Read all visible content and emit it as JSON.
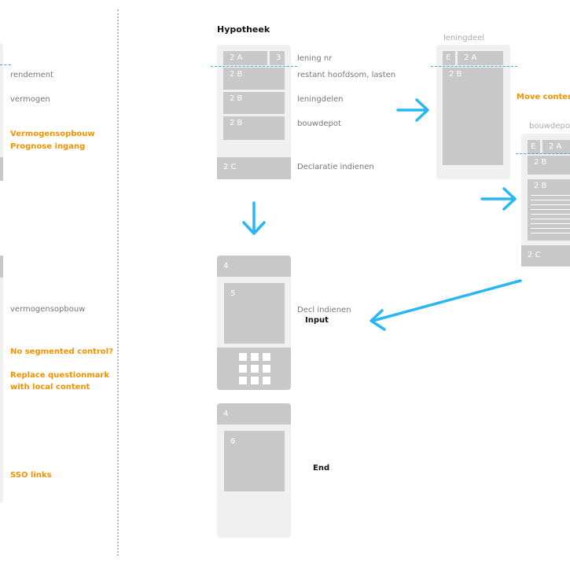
{
  "left_panel": {
    "labels": [
      "rendement",
      "vermogen",
      "vermogensopbouw"
    ],
    "notes": [
      "Vermogensopbouw",
      "Prognose ingang",
      "No segmented control?",
      "Replace questionmark",
      "with local content",
      "SSO links"
    ]
  },
  "hypotheek": {
    "title": "Hypotheek",
    "blocks": [
      "2 A",
      "3",
      "2 B",
      "2 B",
      "2 B",
      "2 C"
    ],
    "labels": [
      "lening nr",
      "restant hoofdsom, lasten",
      "leningdelen",
      "bouwdepot",
      "Declaratie indienen"
    ]
  },
  "leningdeel": {
    "title": "leningdeel",
    "blocks": [
      "E",
      "2 A",
      "2 B"
    ]
  },
  "bouwdepot": {
    "title": "bouwdepot",
    "blocks": [
      "E",
      "2 A",
      "2 B",
      "2 B",
      "2 C"
    ],
    "note": "Move content"
  },
  "declaration_screen": {
    "blocks": [
      "4",
      "5"
    ],
    "label": "Decl indienen",
    "sublabel": "Input"
  },
  "end_screen": {
    "blocks": [
      "4",
      "6"
    ],
    "label": "End"
  },
  "colors": {
    "accent_blue": "#29b6f6",
    "note_orange": "#f29200",
    "block_grey": "#c8c8c8",
    "card_bg": "#f0f0f0"
  }
}
